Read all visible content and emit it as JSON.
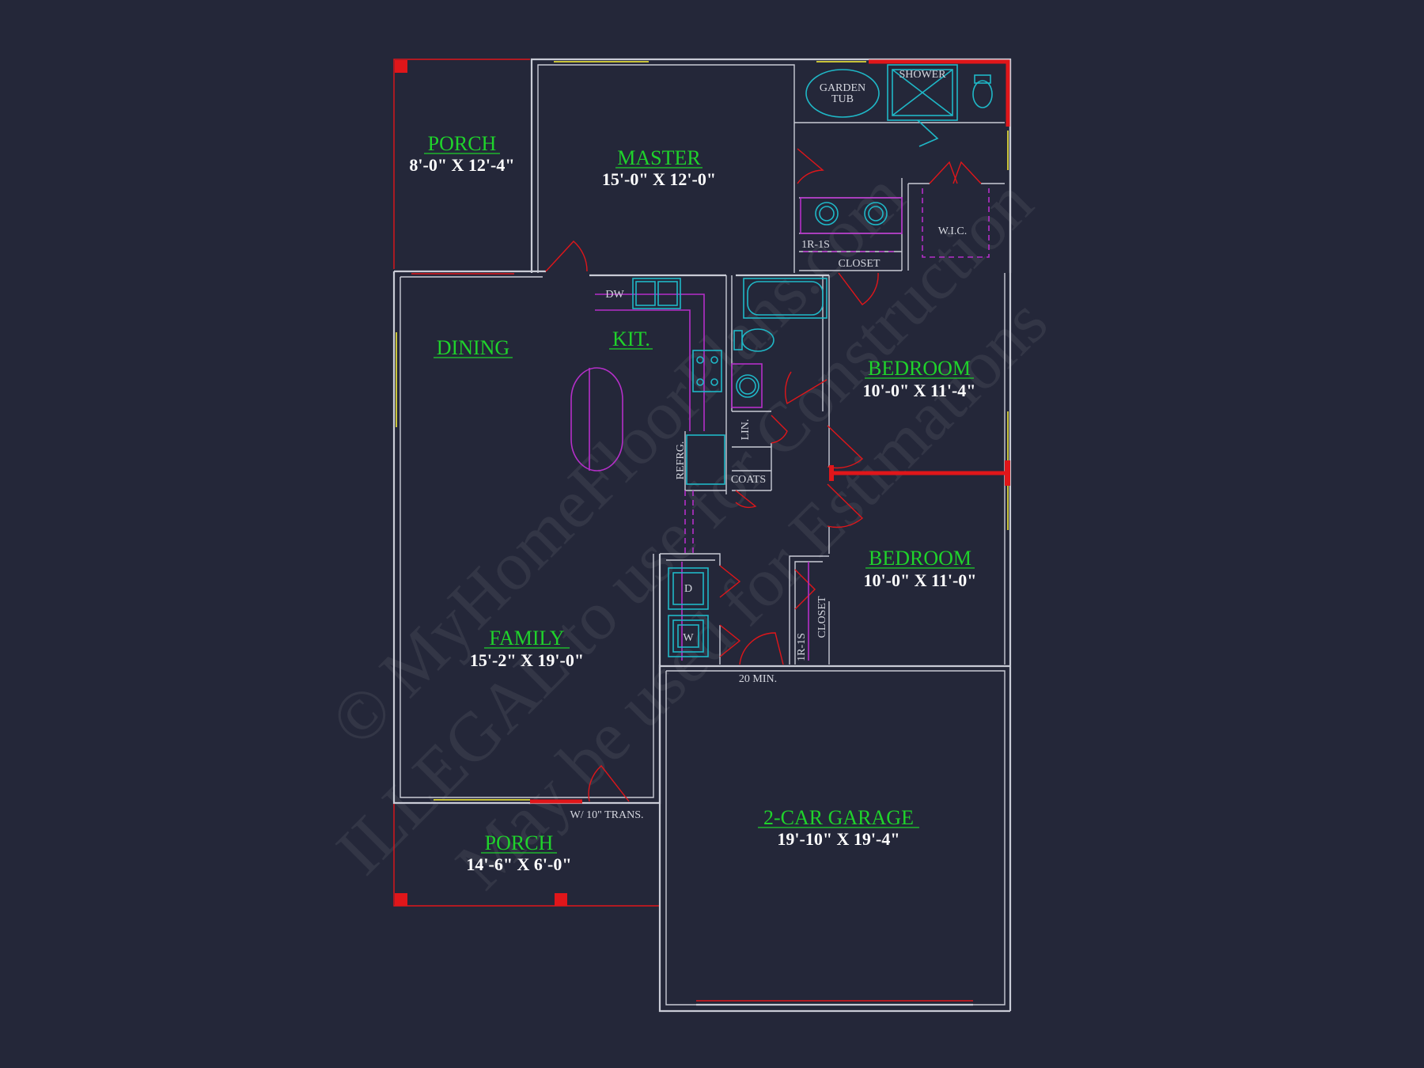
{
  "rooms": {
    "porch_top": {
      "name": "PORCH",
      "dim": "8'-0\" X 12'-4\""
    },
    "master": {
      "name": "MASTER",
      "dim": "15'-0\" X 12'-0\""
    },
    "dining": {
      "name": "DINING"
    },
    "kitchen": {
      "name": "KIT."
    },
    "bedroom1": {
      "name": "BEDROOM",
      "dim": "10'-0\" X 11'-4\""
    },
    "bedroom2": {
      "name": "BEDROOM",
      "dim": "10'-0\" X 11'-0\""
    },
    "family": {
      "name": "FAMILY",
      "dim": "15'-2\" X 19'-0\""
    },
    "garage": {
      "name": "2-CAR GARAGE",
      "dim": "19'-10\" X 19'-4\""
    },
    "porch_bottom": {
      "name": "PORCH",
      "dim": "14'-6\" X 6'-0\""
    }
  },
  "labels": {
    "garden_tub_line1": "GARDEN",
    "garden_tub_line2": "TUB",
    "shower": "SHOWER",
    "wic": "W.I.C.",
    "rod_shelf_master": "1R-1S",
    "closet_master": "CLOSET",
    "dw": "DW",
    "refrg": "REFRG.",
    "lin": "LIN.",
    "coats": "COATS",
    "dryer": "D",
    "washer": "W",
    "closet_bed2": "CLOSET",
    "rod_shelf_bed2": "1R-1S",
    "min_clearance": "20 MIN.",
    "transom": "W/ 10\" TRANS."
  },
  "watermark": {
    "line1": "© MyHomeFloorPlans.com",
    "line2": "ILLEGAL to use for Construction",
    "line3": "May be used for Estimations"
  },
  "colors": {
    "background": "#242739",
    "walls": "#c9cbd6",
    "room_names": "#1fd32b",
    "fixtures": "#1fb8c7",
    "cabinets": "#b52fc9",
    "doors": "#e0161a",
    "windows": "#c8c23a"
  }
}
